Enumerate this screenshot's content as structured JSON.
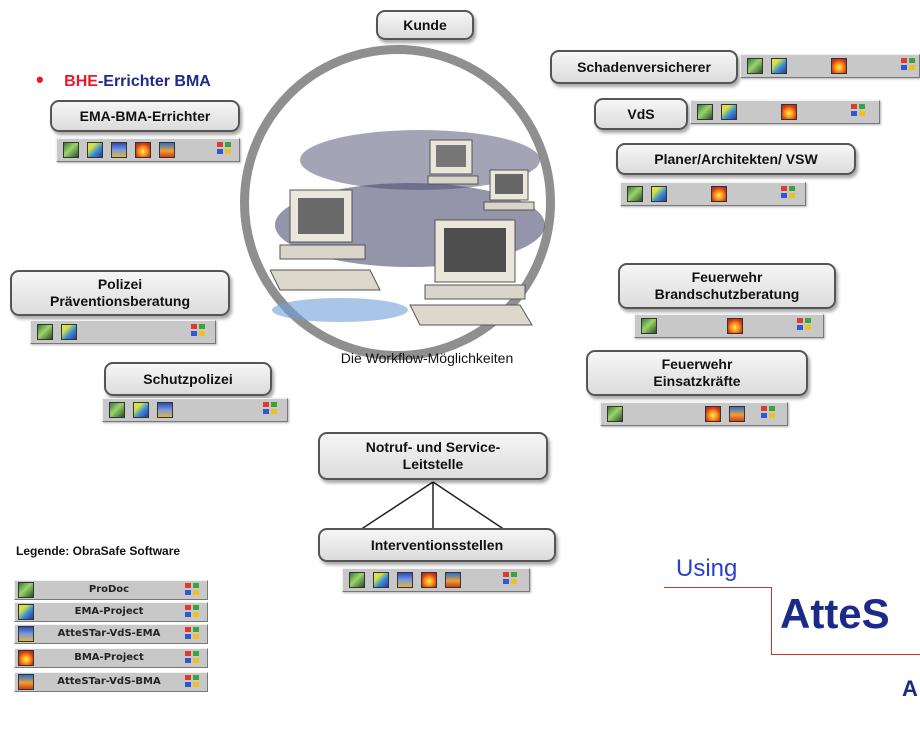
{
  "top_label": "Kunde",
  "bhe": {
    "prefix": "BHE",
    "rest": "-Errichter BMA"
  },
  "hub_caption": "Die Workflow-Möglichkeiten",
  "stakeholders": {
    "ema_bma": "EMA-BMA-Errichter",
    "schadenversicherer": "Schadenversicherer",
    "vds": "VdS",
    "planer": "Planer/Architekten/ VSW",
    "polizei_line1": "Polizei",
    "polizei_line2": "Präventionsberatung",
    "schutzpolizei": "Schutzpolizei",
    "feuerwehr_brand_line1": "Feuerwehr",
    "feuerwehr_brand_line2": "Brandschutzberatung",
    "feuerwehr_einsatz_line1": "Feuerwehr",
    "feuerwehr_einsatz_line2": "Einsatzkräfte",
    "notruf_line1": "Notruf- und Service-",
    "notruf_line2": "Leitstelle",
    "interventionsstellen": "Interventionsstellen"
  },
  "legend": {
    "title": "Legende: ObraSafe Software",
    "items": [
      {
        "label": "ProDoc",
        "icon": "prodoc-icon"
      },
      {
        "label": "EMA-Project",
        "icon": "ema-project-icon"
      },
      {
        "label": "AtteSTar-VdS-EMA",
        "icon": "attestar-vds-ema-icon"
      },
      {
        "label": "BMA-Project",
        "icon": "bma-project-icon"
      },
      {
        "label": "AtteSTar-VdS-BMA",
        "icon": "attestar-vds-bma-icon"
      }
    ]
  },
  "using_text": "Using",
  "brand_partial": "AtteS",
  "brand_sub_partial": "A",
  "colors": {
    "bhe_red": "#e8192c",
    "bhe_blue": "#1f2a8c",
    "using_blue": "#2a3fd1",
    "brand_blue": "#1b2a8a",
    "rule_red": "#d0332e"
  }
}
